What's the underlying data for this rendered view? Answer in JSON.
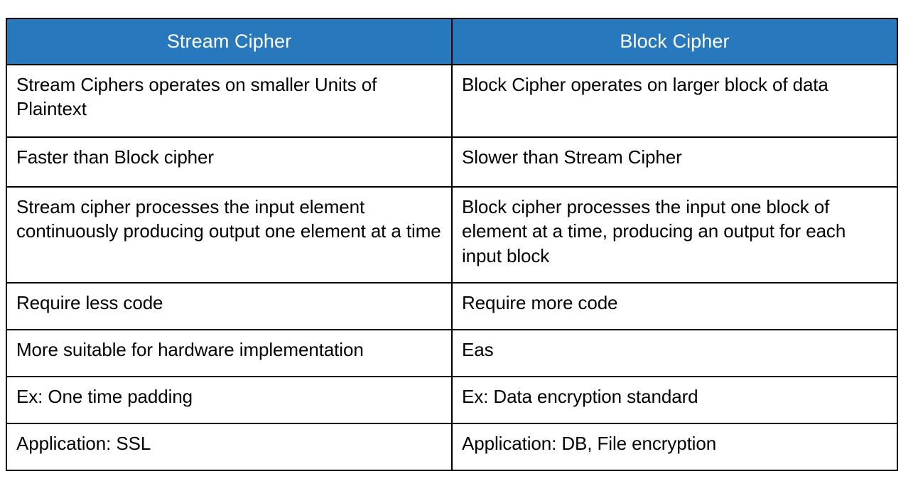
{
  "table": {
    "headers": [
      {
        "label": "Stream Cipher"
      },
      {
        "label": "Block Cipher"
      }
    ],
    "header_bg_color": "#2878be",
    "header_text_color": "#ffffff",
    "border_color": "#000000",
    "body_bg_color": "#ffffff",
    "body_text_color": "#000000",
    "rows": [
      {
        "left": "Stream Ciphers operates on smaller Units of Plaintext",
        "right": "Block Cipher operates on larger block of data"
      },
      {
        "left": "Faster than Block cipher",
        "right": "Slower than Stream Cipher"
      },
      {
        "left": "Stream cipher processes the input element continuously producing output one element at a time",
        "right": "Block cipher processes the input one block of element at a time, producing an output for each input block"
      },
      {
        "left": "Require less code",
        "right": "Require more code"
      },
      {
        "left": "More suitable for hardware implementation",
        "right": "Eas"
      },
      {
        "left": "Ex: One time padding",
        "right": "Ex: Data encryption standard"
      },
      {
        "left": "Application: SSL",
        "right": "Application: DB, File encryption"
      }
    ]
  }
}
